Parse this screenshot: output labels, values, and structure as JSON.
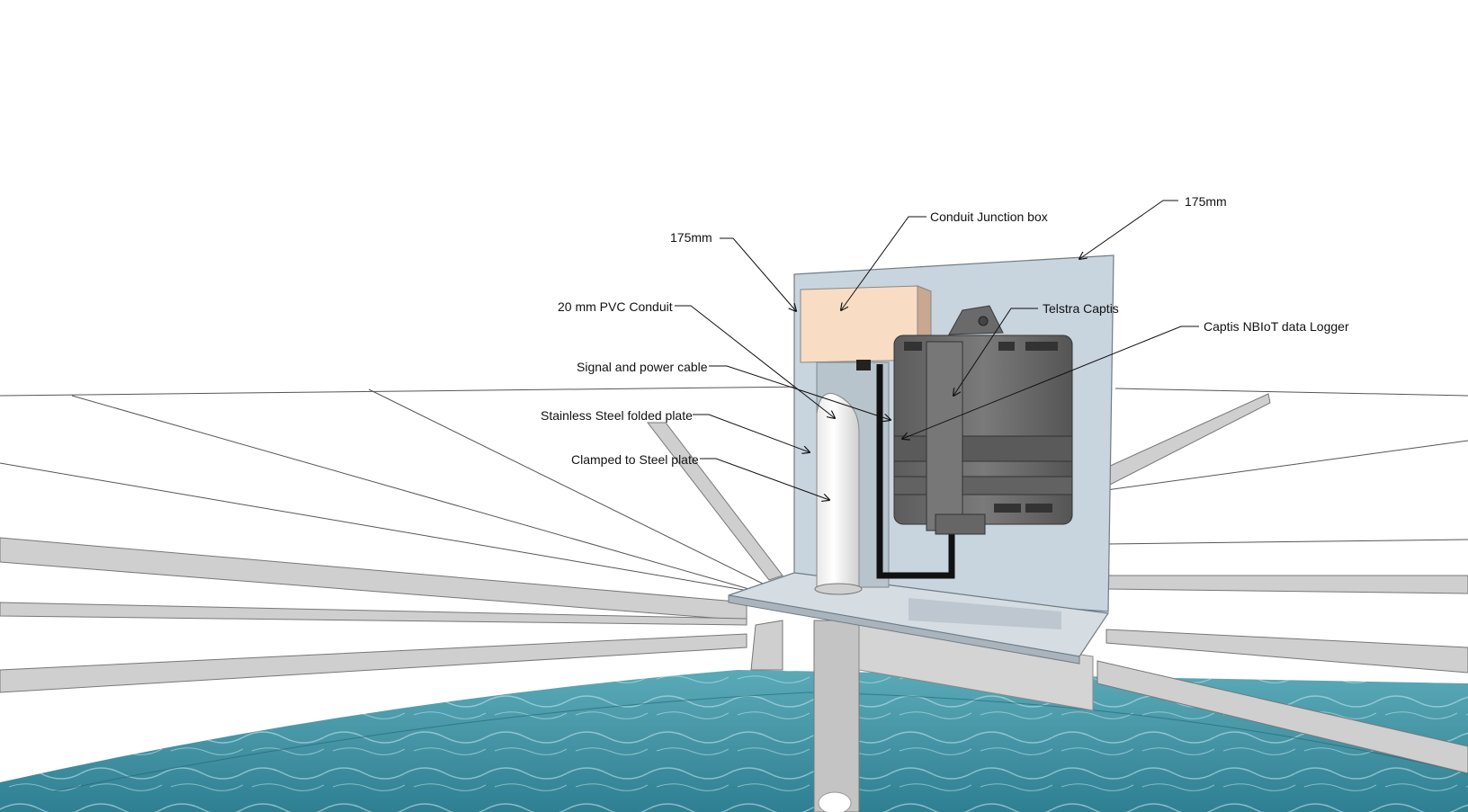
{
  "labels": {
    "conduit_junction_box": "Conduit Junction box",
    "dim_175_right": "175mm",
    "dim_175_left": "175mm",
    "pvc_conduit": "20 mm PVC Conduit",
    "telstra_captis": "Telstra Captis",
    "nbiot_logger": "Captis NBIoT data Logger",
    "signal_cable": "Signal and power cable",
    "folded_plate": "Stainless Steel folded plate",
    "clamped": "Clamped to Steel plate"
  },
  "colors": {
    "plate": "#c8d4de",
    "junction_box": "#f8dcc4",
    "logger": "#6e6e6e",
    "water": "#3a8fa3",
    "beam": "#cfcfcf"
  }
}
